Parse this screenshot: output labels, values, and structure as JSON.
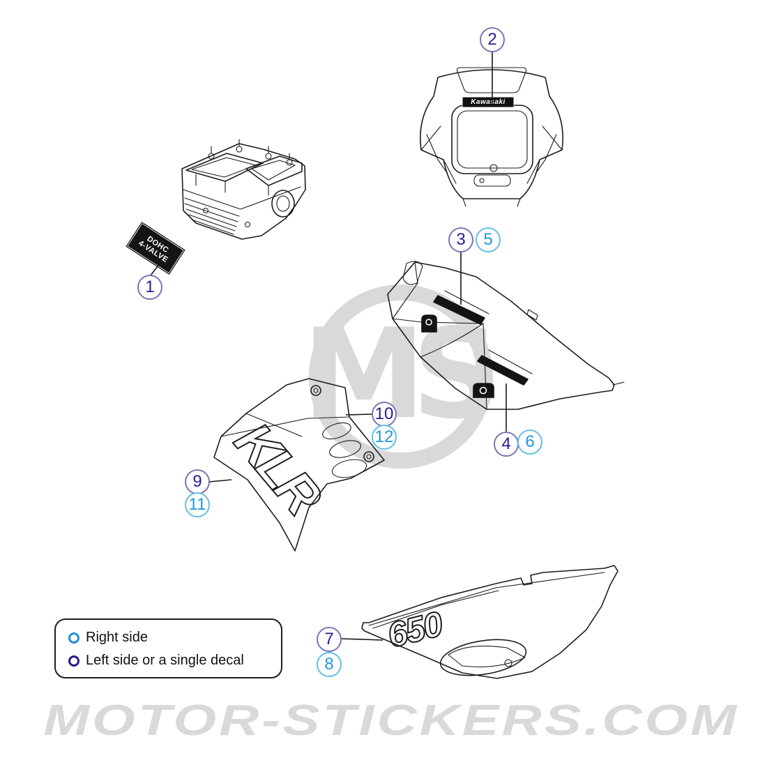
{
  "callouts": [
    {
      "number": "1",
      "side": "left_or_single"
    },
    {
      "number": "2",
      "side": "left_or_single"
    },
    {
      "number": "3",
      "side": "left_or_single"
    },
    {
      "number": "4",
      "side": "left_or_single"
    },
    {
      "number": "5",
      "side": "right"
    },
    {
      "number": "6",
      "side": "right"
    },
    {
      "number": "7",
      "side": "left_or_single"
    },
    {
      "number": "8",
      "side": "right"
    },
    {
      "number": "9",
      "side": "left_or_single"
    },
    {
      "number": "10",
      "side": "left_or_single"
    },
    {
      "number": "11",
      "side": "right"
    },
    {
      "number": "12",
      "side": "right"
    }
  ],
  "decals": {
    "cylinder_head_line1": "DOHC",
    "cylinder_head_line2": "4-VALVE",
    "headlight_brand": "Kawasaki",
    "shroud_model": "KLR",
    "side_panel_model": "650"
  },
  "legend": {
    "items": [
      {
        "label": "Right side",
        "color": "#1f8fd6"
      },
      {
        "label": "Left side or a single decal",
        "color": "#261c8c"
      }
    ]
  },
  "watermark": {
    "logo": "MS",
    "site": "MOTOR-STICKERS.COM"
  },
  "colors": {
    "right_side_number": "#1e9ad5",
    "right_side_circle": "#63bde6",
    "left_or_single_number": "#241d90",
    "left_or_single_circle": "#7a74b2",
    "line_art": "#1c1c1c",
    "watermark_gray": "#d9d9d9"
  }
}
